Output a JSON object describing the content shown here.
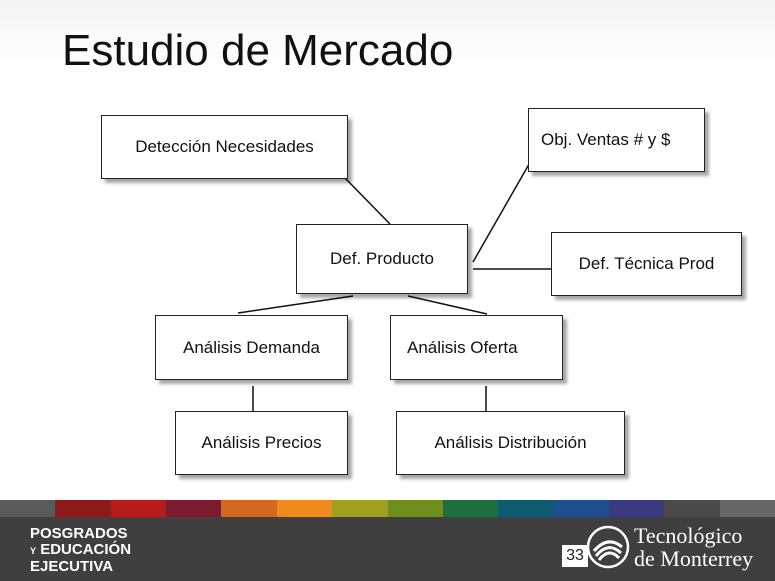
{
  "title": "Estudio de Mercado",
  "nodes": {
    "deteccion": "Detección Necesidades",
    "obj_ventas": "Obj. Ventas # y $",
    "def_producto": "Def. Producto",
    "def_tecnica": "Def. Técnica Prod",
    "analisis_demanda": "Análisis Demanda",
    "analisis_oferta": "Análisis Oferta",
    "analisis_precios": "Análisis Precios",
    "analisis_distribucion": "Análisis Distribución"
  },
  "footer": {
    "posgrados_line1": "POSGRADOS",
    "posgrados_y": "Y",
    "posgrados_line2": "EDUCACIÓN",
    "posgrados_line3": "EJECUTIVA",
    "page_number": "33",
    "brand_line1": "Tecnológico",
    "brand_line2": "de Monterrey",
    "stripe_colors": [
      "#5a5a5a",
      "#8c1a1a",
      "#b71c1c",
      "#7a1b2e",
      "#d2691e",
      "#f08a1c",
      "#a0a020",
      "#6e8e1e",
      "#1e6e3e",
      "#0e5a6e",
      "#1e4e8e",
      "#3a3a7e",
      "#4a4a4a",
      "#666666"
    ]
  }
}
